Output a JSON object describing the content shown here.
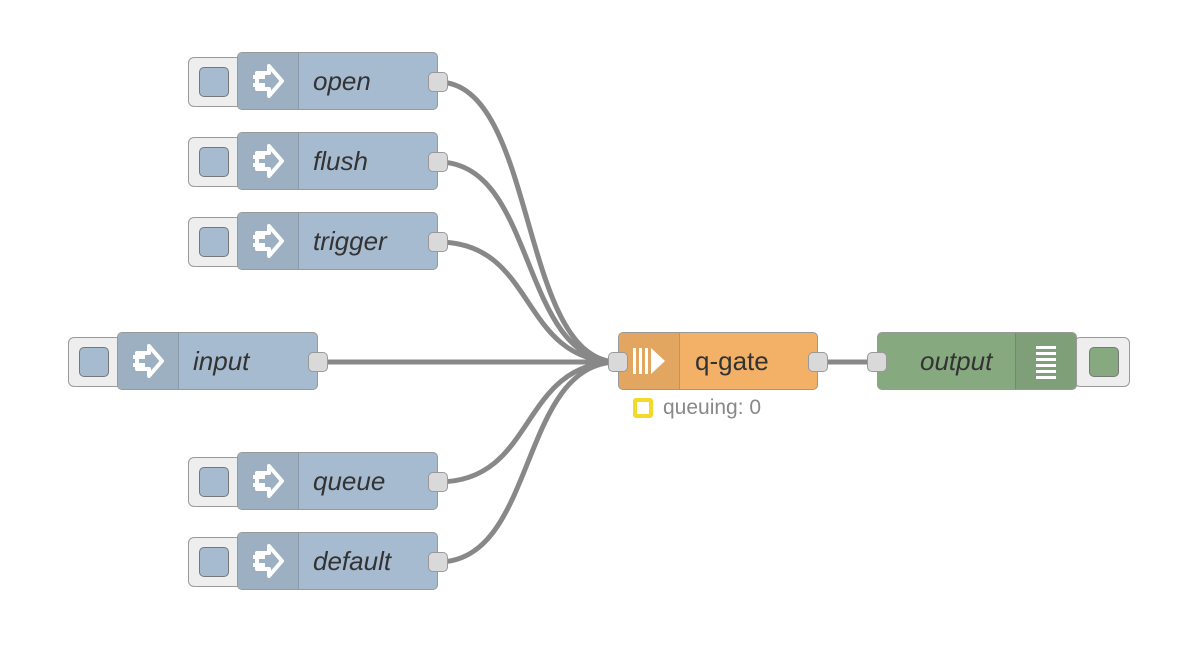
{
  "nodes": {
    "open": {
      "label": "open"
    },
    "flush": {
      "label": "flush"
    },
    "trigger": {
      "label": "trigger"
    },
    "input": {
      "label": "input"
    },
    "queue": {
      "label": "queue"
    },
    "default": {
      "label": "default"
    },
    "gate": {
      "label": "q-gate",
      "status": "queuing: 0"
    },
    "output": {
      "label": "output"
    }
  },
  "colors": {
    "inject": "#a6bbcf",
    "gate": "#f2b167",
    "debug": "#87a980",
    "wire": "#888888",
    "status_ring": "#f3d92a"
  },
  "icons": {
    "inject": "arrow-in-icon",
    "gate": "queue-gate-icon",
    "debug": "list-lines-icon"
  }
}
